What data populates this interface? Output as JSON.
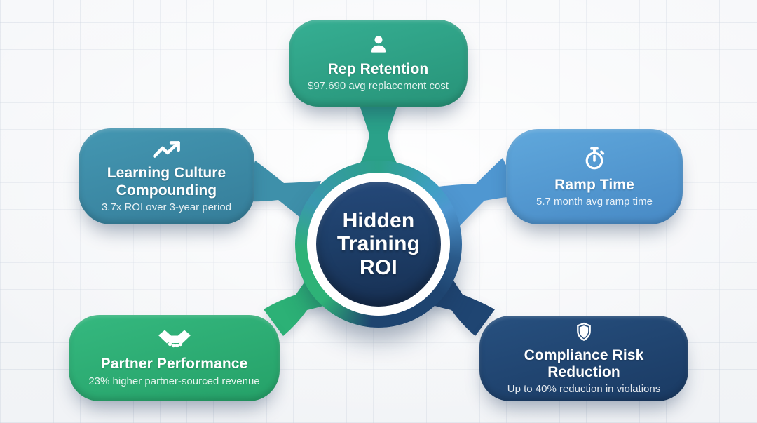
{
  "diagram_title": "Hidden Training ROI",
  "hub": {
    "lines": [
      "Hidden",
      "Training",
      "ROI"
    ],
    "color": "#1d3e68"
  },
  "nodes": [
    {
      "id": "rep-retention",
      "position": "top",
      "title": "Rep Retention",
      "subtitle": "$97,690 avg replacement cost",
      "icon": "user-icon",
      "color": "#2da189"
    },
    {
      "id": "learning-culture-compounding",
      "position": "left",
      "title": "Learning Culture Compounding",
      "subtitle": "3.7x ROI over 3-year period",
      "icon": "trending-up-icon",
      "color": "#3e90aa"
    },
    {
      "id": "ramp-time",
      "position": "right",
      "title": "Ramp Time",
      "subtitle": "5.7 month avg ramp time",
      "icon": "stopwatch-icon",
      "color": "#539fd6"
    },
    {
      "id": "partner-performance",
      "position": "bottom-left",
      "title": "Partner Performance",
      "subtitle": "23% higher partner-sourced revenue",
      "icon": "handshake-icon",
      "color": "#2cb176"
    },
    {
      "id": "compliance-risk-reduction",
      "position": "bottom-right",
      "title": "Compliance Risk Reduction",
      "subtitle": "Up to 40% reduction in violations",
      "icon": "shield-icon",
      "color": "#1f4572"
    }
  ],
  "palette": {
    "background": "#f6f7f9",
    "grid_line": "#d5dae2",
    "hub_navy": "#1d3e68",
    "ring_gradient": [
      "#2ca189",
      "#4f97d1",
      "#1e4470",
      "#2eb277",
      "#3a97b0"
    ]
  }
}
